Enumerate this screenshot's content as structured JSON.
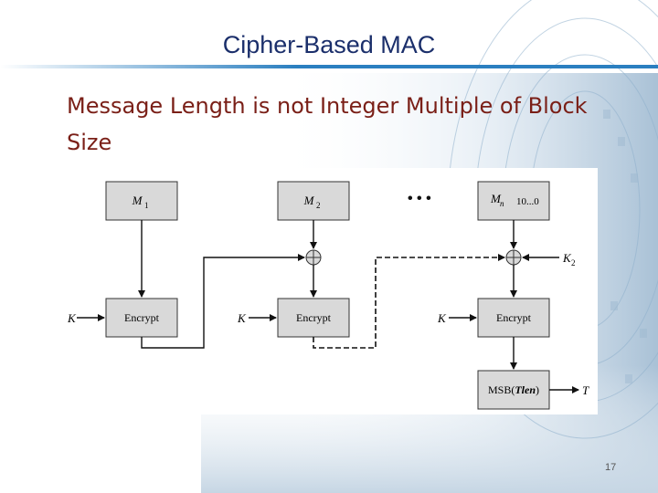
{
  "slide": {
    "title": "Cipher-Based MAC",
    "heading": "Message Length is not Integer Multiple of Block Size",
    "page_number": "17"
  },
  "diagram": {
    "blocks": {
      "m1": {
        "label": "M",
        "sub": "1"
      },
      "m2": {
        "label": "M",
        "sub": "2"
      },
      "mn": {
        "label": "M",
        "sub": "n",
        "padding": "10...0"
      },
      "encrypt1": "Encrypt",
      "encrypt2": "Encrypt",
      "encrypt3": "Encrypt",
      "msb": {
        "prefix": "MSB(",
        "tlen": "Tlen",
        "suffix": ")"
      }
    },
    "inputs": {
      "key": "K",
      "k2_label": "K",
      "k2_sub": "2",
      "ellipsis": "• • •"
    },
    "output": "T"
  },
  "colors": {
    "title": "#1b2f6b",
    "heading": "#7a1f17",
    "accent_rule": "#2b7fc0",
    "block_fill": "#d9d9d9"
  }
}
